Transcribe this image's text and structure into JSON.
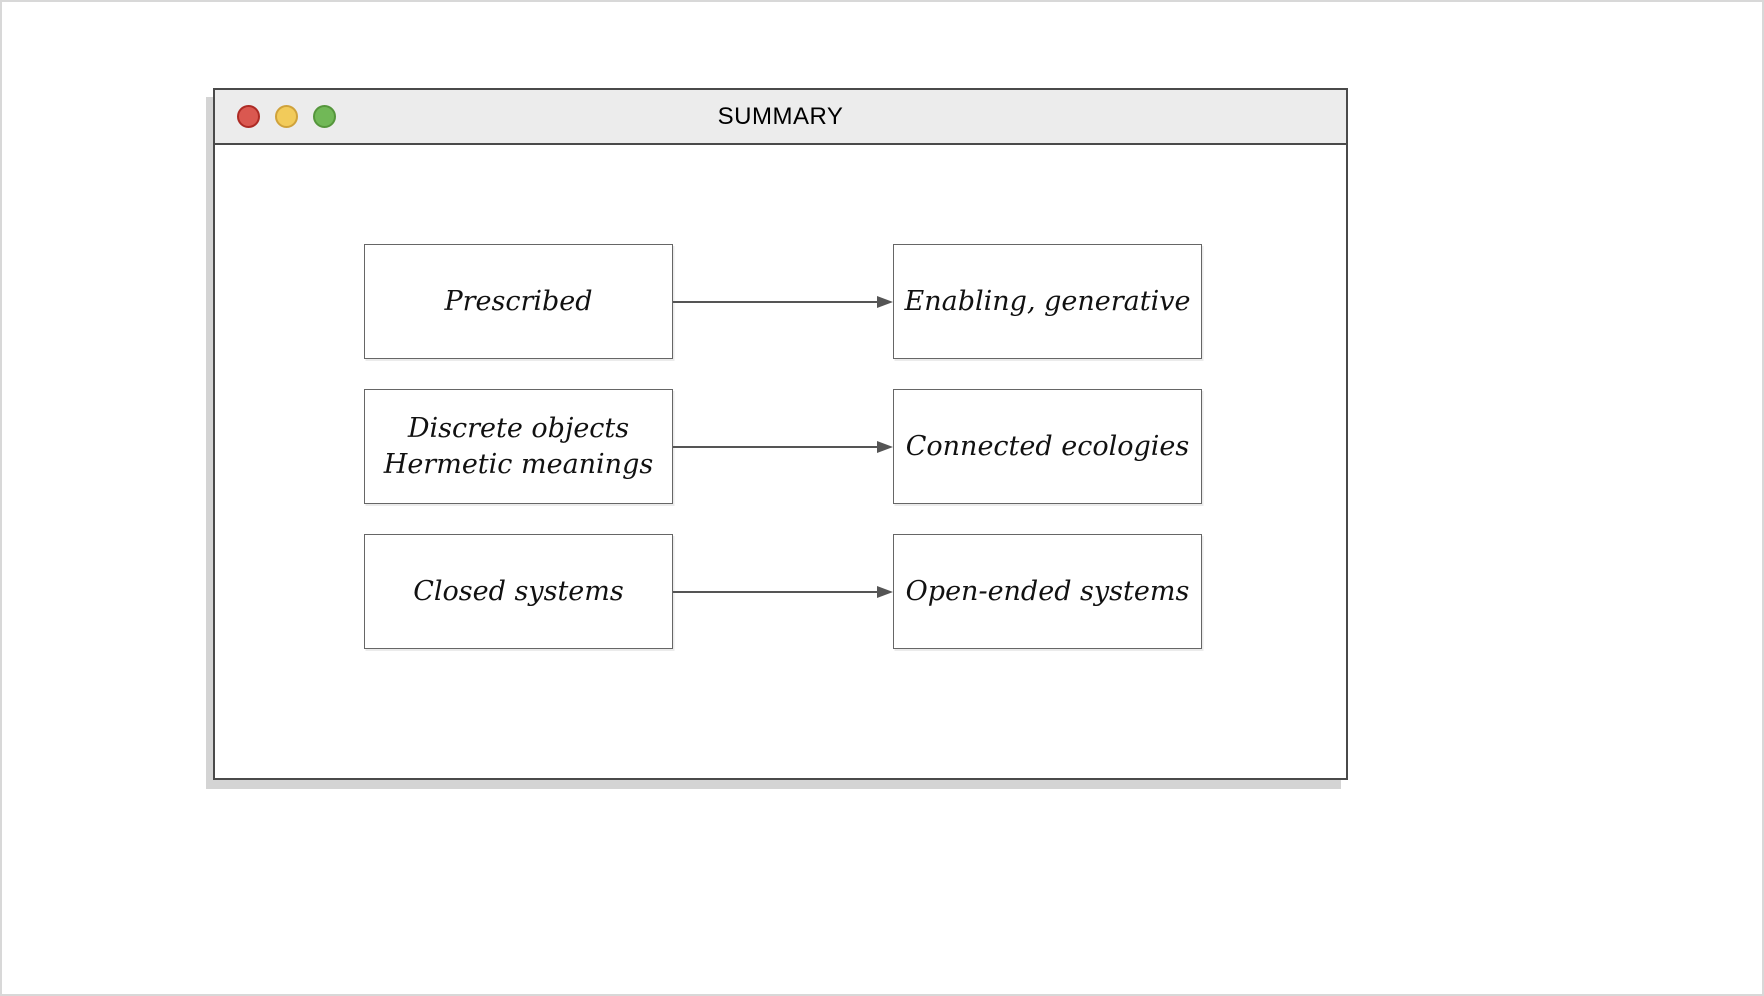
{
  "page": {
    "background": "#ffffff",
    "border_color": "#d8d8d8"
  },
  "window": {
    "title": "SUMMARY",
    "titlebar_bg": "#ececec",
    "frame_color": "#4a4a4a",
    "shadow_color": "#d4d4d4",
    "traffic_lights": [
      {
        "name": "close",
        "fill": "#da5850",
        "stroke": "#ad2b25"
      },
      {
        "name": "minimize",
        "fill": "#f2cb5a",
        "stroke": "#cfa23b"
      },
      {
        "name": "zoom",
        "fill": "#71b857",
        "stroke": "#55963c"
      }
    ]
  },
  "diagram": {
    "box_border_color": "#666666",
    "arrow_color": "#555555",
    "rows": [
      {
        "from": "Prescribed",
        "to": "Enabling, generative"
      },
      {
        "from": "Discrete objects\nHermetic meanings",
        "to": "Connected ecologies"
      },
      {
        "from": "Closed systems",
        "to": "Open-ended systems"
      }
    ]
  }
}
